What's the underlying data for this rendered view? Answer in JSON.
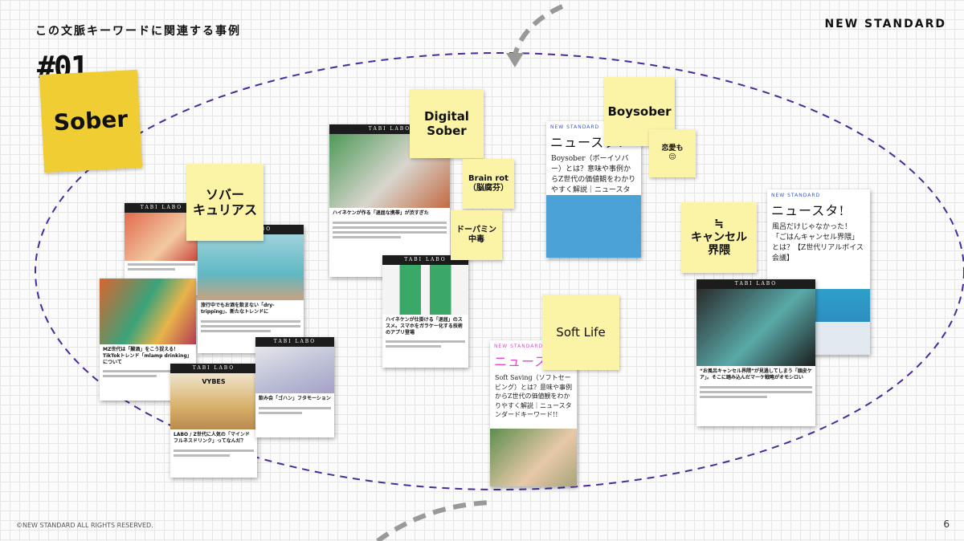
{
  "heading": "この文脈キーワードに関連する事例",
  "brand": "NEW STANDARD",
  "number": "#01",
  "footer": "©NEW STANDARD ALL RIGHTS RESERVED.",
  "page": "6",
  "keywords": {
    "main": "Sober",
    "sober_curious": "ソバー\nキュリアス",
    "digital_sober": "Digital\nSober",
    "brain_rot": "Brain rot\n（脳腐芬）",
    "dopamine": "ドーパミン\n中毒",
    "boysober": "Boysober",
    "renai": "恋愛も\n😔",
    "soft_life": "Soft Life",
    "cancel": "≒\nキャンセル\n界隈"
  },
  "cards": {
    "tabi_brand": "TABI LABO",
    "ns_label": "NEW STANDARD",
    "ns_logo": "ニュースタ!",
    "c1": "ハイネケンが作る「退屈な携帯」が渋すぎた",
    "c2": "旅行中でもお酒を飲まない「dry-tripping」、新たなトレンドに",
    "c3": "MZ世代は「酸酒」をこう捉える！TikTokトレンド「mlamp drinking」について",
    "c4": "LABO / Z世代に人気の「マインドフルネスドリンク」ってなんだ？",
    "c5": "ハイネケンが仕掛ける「退屈」のススメ。スマホをガラケー化する技術のアプリ登場",
    "c6": "飲み会「ゴハン」フタモーション",
    "c7": "“お風呂キャンセル界隈”が見過してしまう「頭皮ケア」。そこに踏み込んだマーケ戦略がオモシロい",
    "ns1": "Boysober（ボーイソバー）とは？意味や事例からZ世代の価値観をわかりやすく解説｜ニュースタンダードキーワード!!",
    "ns2": "Soft Saving（ソフトセービング）とは？意味や事例からZ世代の価値観をわかりやすく解説｜ニュースタンダードキーワード!!",
    "ns3": "風呂だけじゃなかった！「ごはんキャンセル界隈」とは？【Z世代リアルボイス会議】",
    "vybes": "VYBES"
  }
}
